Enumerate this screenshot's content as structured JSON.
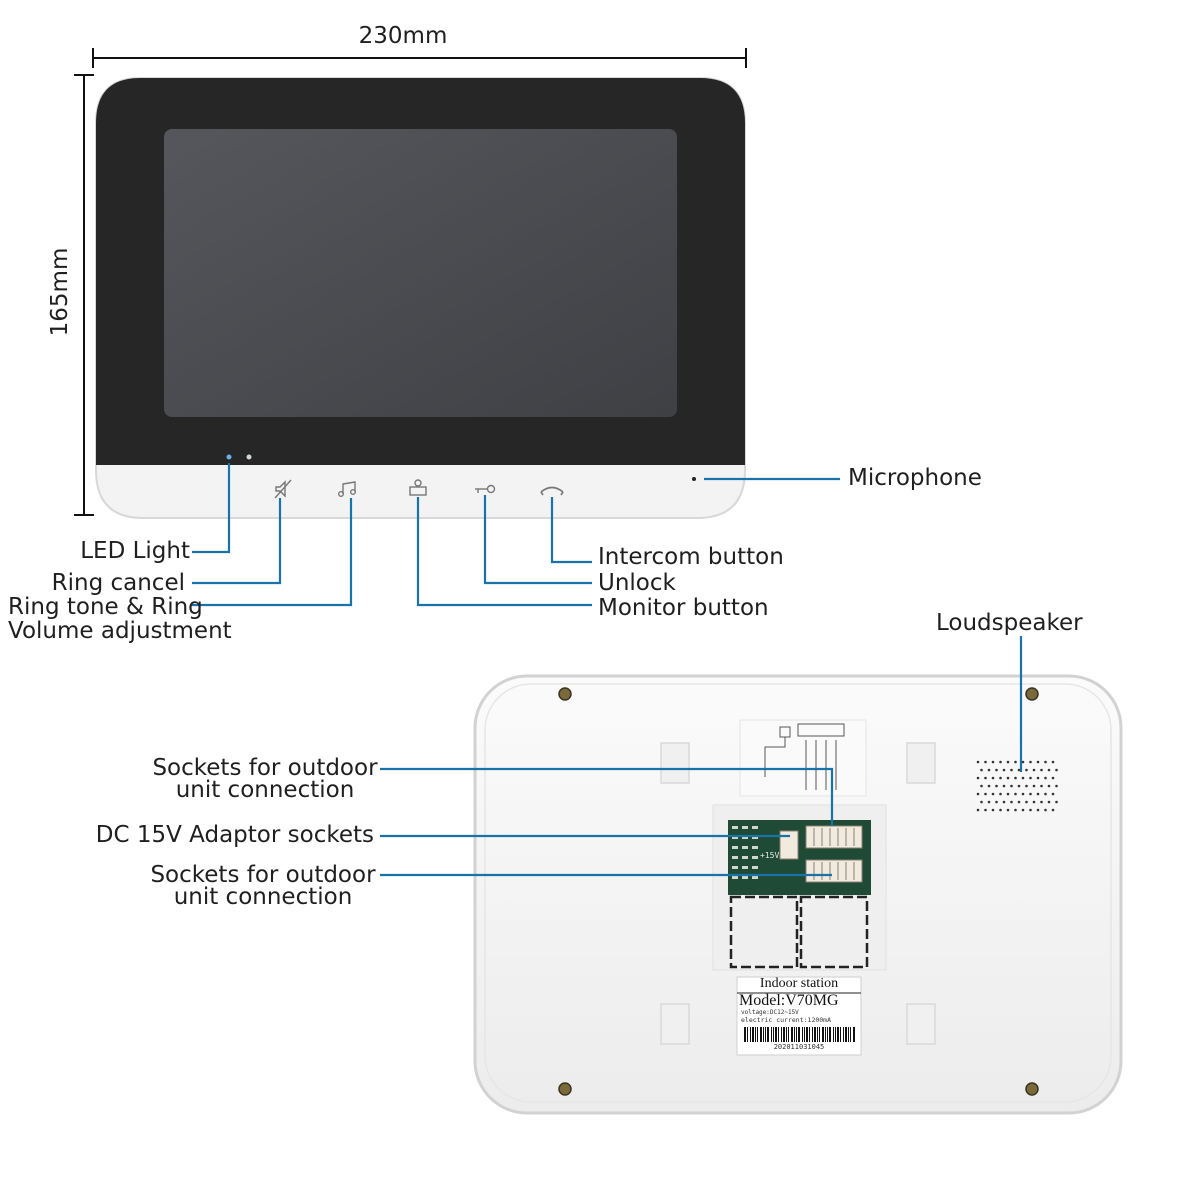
{
  "dimensions": {
    "width": "230mm",
    "height": "165mm"
  },
  "front_labels": {
    "led_light": "LED Light",
    "ring_cancel": "Ring cancel",
    "ring_tone_line1": "Ring tone & Ring",
    "ring_tone_line2": "Volume adjustment",
    "microphone": "Microphone",
    "intercom_button": "Intercom button",
    "unlock": "Unlock",
    "monitor_button": "Monitor button"
  },
  "back_labels": {
    "loudspeaker": "Loudspeaker",
    "sockets_outdoor_1_line1": "Sockets for outdoor",
    "sockets_outdoor_1_line2": "unit connection",
    "dc_adaptor": "DC 15V Adaptor sockets",
    "sockets_outdoor_2_line1": "Sockets for outdoor",
    "sockets_outdoor_2_line2": "unit connection"
  },
  "sticker": {
    "title": "Indoor station",
    "model": "Model:V70MG",
    "voltage": "voltage:DC12~15V",
    "current": "electric current:1200mA",
    "serial": "202011031045"
  },
  "board": {
    "dc_label": "+15V"
  },
  "colors": {
    "callout": "#1a73a8",
    "bezel": "#2a2a2a",
    "screen": "#4b4d52",
    "body": "#f6f6f6"
  }
}
